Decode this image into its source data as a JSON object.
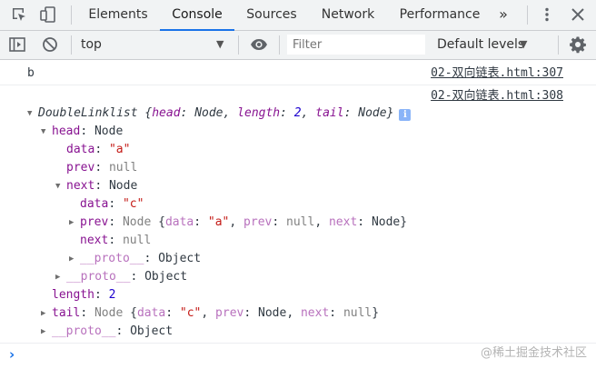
{
  "tabs": {
    "items": [
      "Elements",
      "Console",
      "Sources",
      "Network",
      "Performance"
    ],
    "more": "»"
  },
  "toolbar": {
    "context": "top",
    "filter_placeholder": "Filter",
    "levels": "Default levels"
  },
  "console": {
    "log1": {
      "text": "b",
      "source": "02-双向链表.html:307"
    },
    "log2": {
      "source": "02-双向链表.html:308"
    },
    "object": {
      "class": "DoubleLinklist",
      "preview_open": "{",
      "head_key": "head",
      "colon": ": ",
      "node": "Node",
      "comma": ", ",
      "length_key": "length",
      "length_val": "2",
      "tail_key": "tail",
      "preview_close": "}",
      "info": "i"
    },
    "tree": {
      "head": {
        "key": "head",
        "type": "Node"
      },
      "data_a": {
        "key": "data",
        "value": "\"a\""
      },
      "prev_null": {
        "key": "prev",
        "value": "null"
      },
      "next": {
        "key": "next",
        "type": "Node"
      },
      "data_c": {
        "key": "data",
        "value": "\"c\""
      },
      "next_prev": {
        "key": "prev",
        "type": "Node",
        "open": " {",
        "data_key": "data",
        "data_val": "\"a\"",
        "prev_key": "prev",
        "prev_val": "null",
        "next_key": "next",
        "next_val": "Node",
        "close": "}"
      },
      "next_next": {
        "key": "next",
        "value": "null"
      },
      "next_proto": {
        "key": "__proto__",
        "value": "Object"
      },
      "head_proto": {
        "key": "__proto__",
        "value": "Object"
      },
      "length": {
        "key": "length",
        "value": "2"
      },
      "tail": {
        "key": "tail",
        "type": "Node",
        "open": " {",
        "data_key": "data",
        "data_val": "\"c\"",
        "prev_key": "prev",
        "prev_val": "Node",
        "next_key": "next",
        "next_val": "null",
        "close": "}"
      },
      "proto": {
        "key": "__proto__",
        "value": "Object"
      }
    },
    "prompt": "›",
    "watermark": "@稀土掘金技术社区"
  },
  "icons": {
    "inspect": "inspect-icon",
    "device": "device-toggle-icon",
    "more": "more-vert-icon",
    "close": "close-icon",
    "sidebar": "sidebar-toggle-icon",
    "clear": "clear-console-icon",
    "eye": "live-expression-icon",
    "gear": "settings-gear-icon"
  },
  "colors": {
    "accent": "#1a73e8",
    "key": "#881391",
    "string": "#c41a16",
    "number": "#1c00cf",
    "null": "#808080"
  }
}
